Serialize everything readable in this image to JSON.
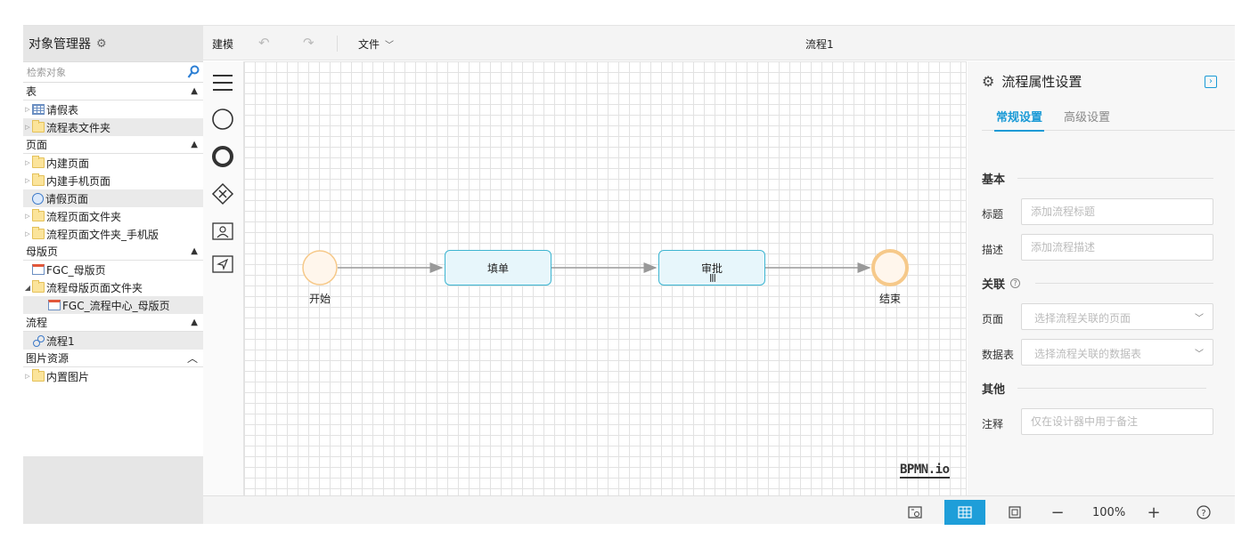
{
  "object_manager": {
    "title": "对象管理器",
    "search_placeholder": "检索对象",
    "sections": {
      "table": {
        "title": "表",
        "items": [
          "请假表",
          "流程表文件夹"
        ]
      },
      "page": {
        "title": "页面",
        "items": [
          "内建页面",
          "内建手机页面",
          "请假页面",
          "流程页面文件夹",
          "流程页面文件夹_手机版"
        ]
      },
      "master": {
        "title": "母版页",
        "items": [
          "FGC_母版页",
          "流程母版页面文件夹",
          "FGC_流程中心_母版页"
        ]
      },
      "process": {
        "title": "流程",
        "items": [
          "流程1"
        ]
      },
      "images": {
        "title": "图片资源",
        "items": [
          "内置图片"
        ]
      }
    }
  },
  "toolbar": {
    "model_label": "建模",
    "file_label": "文件",
    "title": "流程1"
  },
  "diagram": {
    "start_label": "开始",
    "task1_label": "填单",
    "task2_label": "审批",
    "end_label": "结束",
    "logo_text": "BPMN.io"
  },
  "properties": {
    "title": "流程属性设置",
    "tabs": [
      "常规设置",
      "高级设置"
    ],
    "group_basic": "基本",
    "label_title": "标题",
    "placeholder_title": "添加流程标题",
    "label_desc": "描述",
    "placeholder_desc": "添加流程描述",
    "group_link": "关联",
    "label_page": "页面",
    "placeholder_page": "选择流程关联的页面",
    "label_datatable": "数据表",
    "placeholder_datatable": "选择流程关联的数据表",
    "group_other": "其他",
    "label_note": "注释",
    "placeholder_note": "仅在设计器中用于备注"
  },
  "bottombar": {
    "zoom": "100%"
  },
  "colors": {
    "accent": "#1e9ed9",
    "task_border": "#3db5d1",
    "task_fill": "#e7f6fb",
    "event_border": "#f6c98a"
  }
}
